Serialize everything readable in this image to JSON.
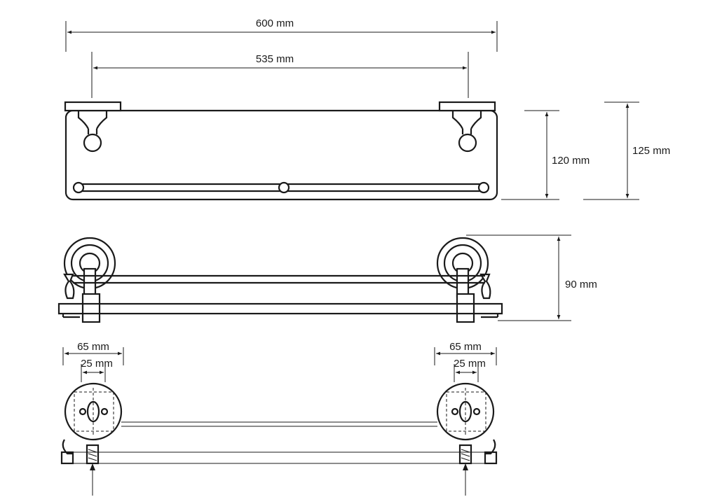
{
  "dimensions": {
    "overall_width": "600 mm",
    "mount_spacing": "535 mm",
    "glass_height": "120 mm",
    "overall_height": "125 mm",
    "depth": "90 mm",
    "left_rosette_diameter": "65 mm",
    "left_hole_spacing": "25 mm",
    "right_rosette_diameter": "65 mm",
    "right_hole_spacing": "25 mm"
  }
}
